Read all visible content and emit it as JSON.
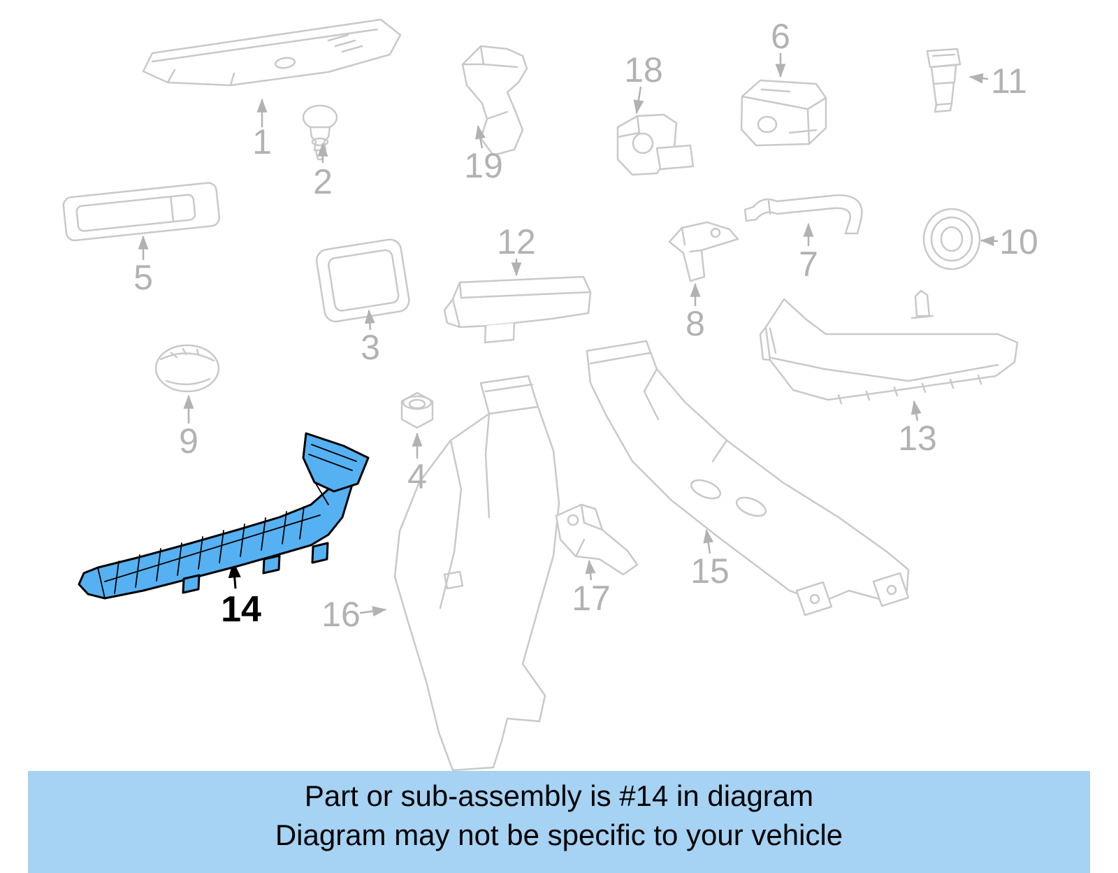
{
  "diagram": {
    "highlighted_part": "14",
    "callouts": {
      "c1": "1",
      "c2": "2",
      "c3": "3",
      "c4": "4",
      "c5": "5",
      "c6": "6",
      "c7": "7",
      "c8": "8",
      "c9": "9",
      "c10": "10",
      "c11": "11",
      "c12": "12",
      "c13": "13",
      "c14": "14",
      "c15": "15",
      "c16": "16",
      "c17": "17",
      "c18": "18",
      "c19": "19"
    }
  },
  "banner": {
    "line1": "Part or sub-assembly is #14 in diagram",
    "line2": "Diagram may not be specific to your vehicle"
  },
  "colors": {
    "page_bg": "#ffffff",
    "line_gray": "#c9c9c9",
    "label_gray": "#b2b2b2",
    "highlight_fill": "#55b1f2",
    "highlight_stroke": "#000000",
    "banner_bg": "#a6d2f3",
    "banner_text": "#000000"
  }
}
